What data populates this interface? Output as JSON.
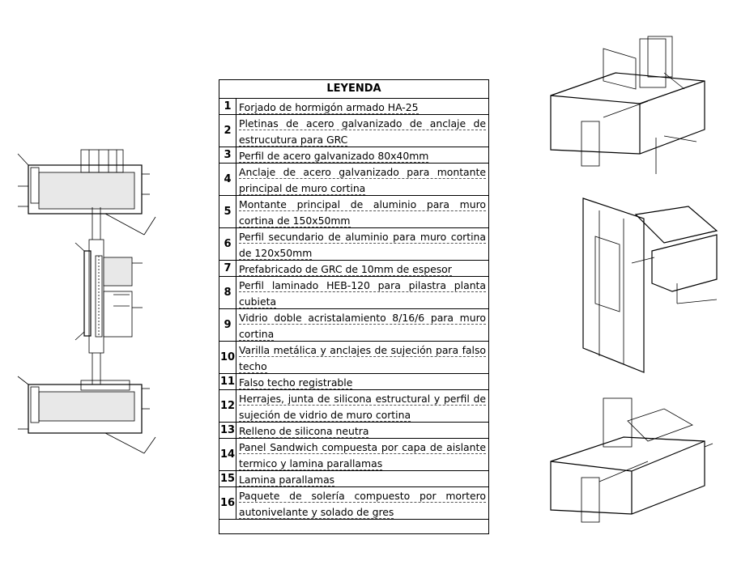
{
  "legend": {
    "title": "LEYENDA",
    "items": [
      {
        "n": "1",
        "text": "Forjado de hormigón armado HA-25"
      },
      {
        "n": "2",
        "text": "Pletinas de acero galvanizado de anclaje de estrucutura para GRC"
      },
      {
        "n": "3",
        "text": "Perfil de acero galvanizado 80x40mm"
      },
      {
        "n": "4",
        "text": "Anclaje de acero galvanizado para montante principal de muro cortina"
      },
      {
        "n": "5",
        "text": "Montante principal de aluminio para muro cortina de 150x50mm"
      },
      {
        "n": "6",
        "text": "Perfil secundario de aluminio para muro cortina de 120x50mm"
      },
      {
        "n": "7",
        "text": "Prefabricado de GRC de 10mm de espesor"
      },
      {
        "n": "8",
        "text": "Perfil laminado HEB-120 para pilastra planta cubieta"
      },
      {
        "n": "9",
        "text": "Vidrio doble acristalamiento 8/16/6 para muro cortina"
      },
      {
        "n": "10",
        "text": "Varilla metálica y anclajes de sujeción para falso techo"
      },
      {
        "n": "11",
        "text": "Falso techo registrable"
      },
      {
        "n": "12",
        "text": "Herrajes, junta de silicona estructural y perfil de sujeción de vidrio de muro cortina"
      },
      {
        "n": "13",
        "text": "Relleno de silicona neutra"
      },
      {
        "n": "14",
        "text": "Panel Sandwich compuesta por capa de aislante termico y lamina parallamas"
      },
      {
        "n": "15",
        "text": "Lamina parallamas"
      },
      {
        "n": "16",
        "text": "Paquete de solería compuesto por mortero autonivelante y solado de gres"
      }
    ]
  }
}
